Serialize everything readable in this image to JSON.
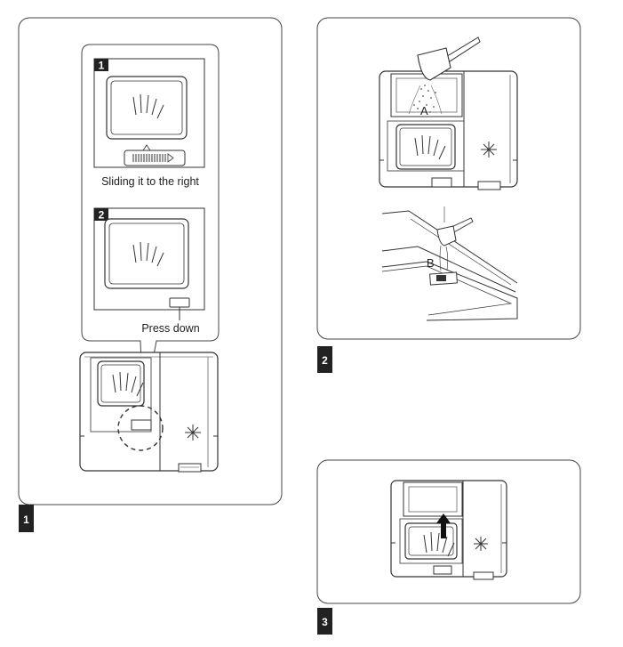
{
  "panels": [
    {
      "number": "1",
      "steps": [
        {
          "number": "1",
          "caption": "Sliding it to the right"
        },
        {
          "number": "2",
          "caption": "Press down"
        }
      ]
    },
    {
      "number": "2",
      "letters": [
        "A",
        "B"
      ]
    },
    {
      "number": "3"
    }
  ],
  "colors": {
    "line": "#333333",
    "frame": "#444444",
    "tag_fill": "#222222",
    "background": "#ffffff"
  }
}
